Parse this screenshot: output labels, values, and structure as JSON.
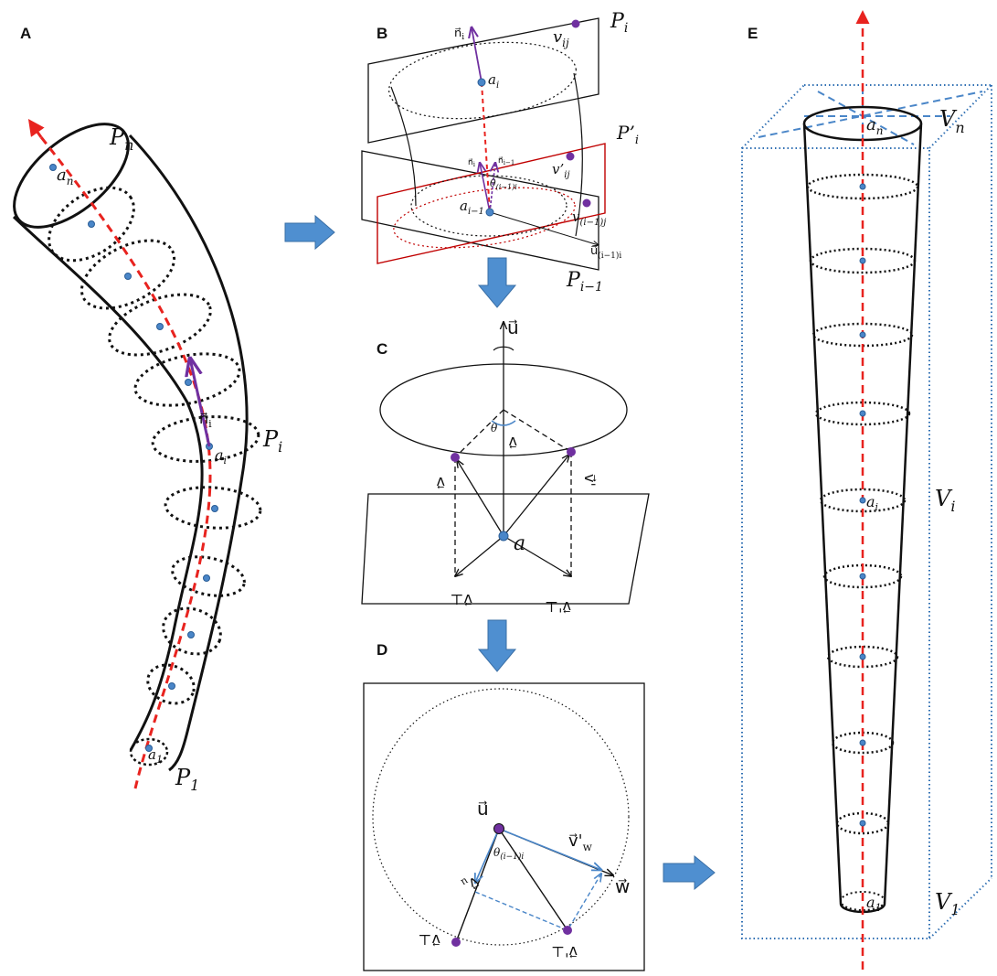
{
  "panels": {
    "a": {
      "letter": "A",
      "labels": {
        "p_n": "P",
        "p_n_sub": "n",
        "p_i": "P",
        "p_i_sub": "i",
        "p_1": "P",
        "p_1_sub": "1",
        "a_n": "a",
        "a_n_sub": "n",
        "a_i": "a",
        "a_i_sub": "i",
        "a_1": "a",
        "a_1_sub": "1",
        "n_i": "n⃗",
        "n_i_sub": "i"
      }
    },
    "b": {
      "letter": "B",
      "labels": {
        "p_i": "P",
        "p_i_sub": "i",
        "pp_i": "P’",
        "pp_i_sub": "i",
        "p_im1": "P",
        "p_im1_sub": "i−1",
        "v_ij": "v",
        "v_ij_sub": "ij",
        "vp_ij": "v’",
        "vp_ij_sub": "ij",
        "v_im1j": "v",
        "v_im1j_sub": "(i−1)j",
        "a_i": "a",
        "a_i_sub": "i",
        "a_im1": "a",
        "a_im1_sub": "i−1",
        "n_i": "n⃗",
        "n_i_sub": "i",
        "n_i2": "n⃗",
        "n_i2_sub": "i",
        "n_im1": "n⃗",
        "n_im1_sub": "i−1",
        "theta": "θ",
        "theta_sub": "(i−1)i",
        "u": "u⃗",
        "u_sub": "(i−1)i"
      }
    },
    "c": {
      "letter": "C",
      "labels": {
        "u": "u⃗",
        "theta": "θ",
        "v": "v⃗",
        "v1": "v⃗",
        "v2": "v⃗'",
        "v1_perp": "v⃗⊥",
        "v2_perp": "v⃗'⊥",
        "a": "a"
      }
    },
    "d": {
      "letter": "D",
      "labels": {
        "u": "u⃗",
        "w": "w⃗",
        "v_w": "v⃗'",
        "v_w_sub": "w",
        "v_perp": "v⃗⊥",
        "v_perp2": "v⃗'⊥",
        "v_u": "v⃗",
        "v_u_sub": "u",
        "theta": "θ",
        "theta_sub": "(i−1)i"
      }
    },
    "e": {
      "letter": "E",
      "labels": {
        "v_n": "V",
        "v_n_sub": "n",
        "v_i": "V",
        "v_i_sub": "i",
        "v_1": "V",
        "v_1_sub": "1",
        "a_n": "a",
        "a_n_sub": "n",
        "a_i": "a",
        "a_i_sub": "i",
        "a_1": "a",
        "a_1_sub": "1"
      }
    }
  },
  "colors": {
    "axis": "#e8231f",
    "point": "#4a86c8",
    "normal": "#7030a0",
    "plane_prime": "#c00000",
    "box": "#2f6fb3",
    "arrow_fill": "#4f8fd0"
  }
}
